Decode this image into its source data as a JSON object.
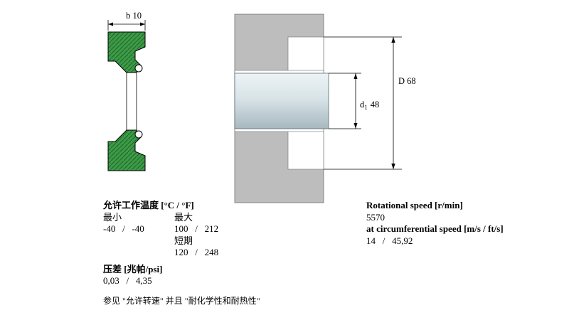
{
  "seal_drawing": {
    "width_label": "b 10"
  },
  "mounting_drawing": {
    "housing_bore_label": "D 68",
    "shaft_label_base": "d",
    "shaft_label_sub": "1",
    "shaft_label_value": "48"
  },
  "temperature": {
    "title": "允许工作温度 [°C / °F]",
    "col_min": "最小",
    "col_max": "最大",
    "min_value": "-40   /   -40",
    "max_value": "100   /   212",
    "short_term_label": "短期",
    "short_term_value": "120   /   248"
  },
  "pressure": {
    "title": "压差 [兆帕/psi]",
    "value": "0,03   /   4,35"
  },
  "footnote": "参见 \"允许转速\" 并且 \"耐化学性和耐热性\"",
  "speed": {
    "rotational_title": "Rotational speed [r/min]",
    "rotational_value": "5570",
    "circumferential_title": "at circumferential speed [m/s / ft/s]",
    "circumferential_value": "14   /   45,92"
  },
  "colors": {
    "seal_green": "#3e9a47",
    "seal_hatch_green": "#1d6e2b",
    "housing_gray": "#bdbdbd",
    "shaft_top": "#edf3f5",
    "shaft_mid": "#d9e4e8",
    "shaft_bottom": "#a6b8bf",
    "line_black": "#000000"
  }
}
